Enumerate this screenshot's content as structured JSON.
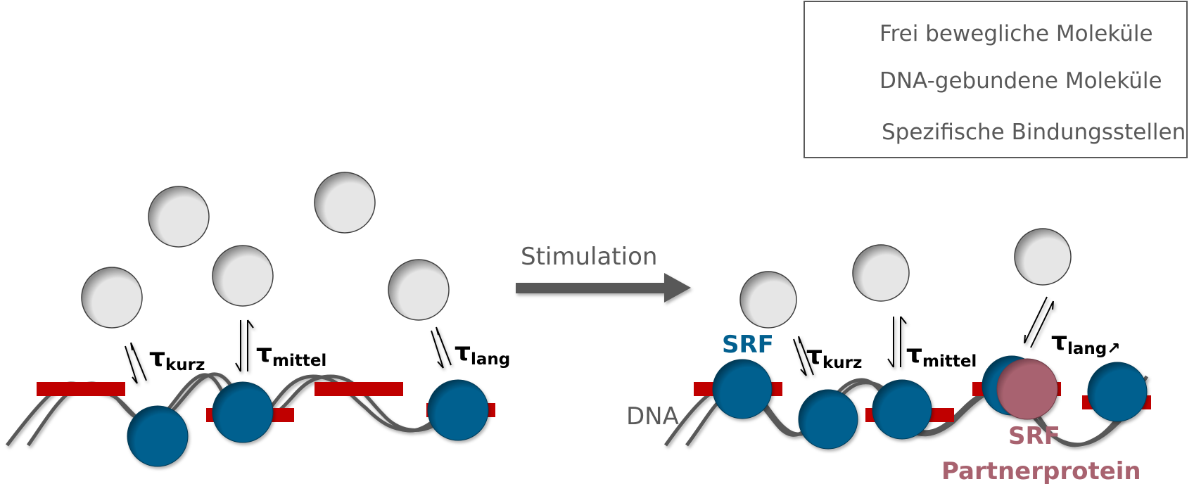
{
  "legend": {
    "items": [
      {
        "icon": "free-molecule-circle",
        "label": "Frei bewegliche Moleküle"
      },
      {
        "icon": "dna-bound-molecule-circle",
        "label": "DNA-gebundene Moleküle"
      },
      {
        "icon": "binding-site-bar",
        "label": "Spezifische Bindungsstellen"
      }
    ]
  },
  "colors": {
    "free_molecule": "#e6e6e6",
    "bound_molecule": "#02608f",
    "binding_site": "#c00000",
    "dna": "#595959",
    "partner_protein": "#a8626f",
    "arrow": "#595959"
  },
  "left_panel": {
    "taus": [
      {
        "symbol": "τ",
        "sub": "kurz"
      },
      {
        "symbol": "τ",
        "sub": "mittel"
      },
      {
        "symbol": "τ",
        "sub": "lang"
      }
    ]
  },
  "transition": {
    "label": "Stimulation"
  },
  "right_panel": {
    "srf_label": "SRF",
    "dna_label": "DNA",
    "partner_label_line1": "SRF",
    "partner_label_line2": "Partnerprotein",
    "taus": [
      {
        "symbol": "τ",
        "sub": "kurz"
      },
      {
        "symbol": "τ",
        "sub": "mittel"
      },
      {
        "symbol": "τ",
        "sub": "lang↗"
      }
    ]
  }
}
